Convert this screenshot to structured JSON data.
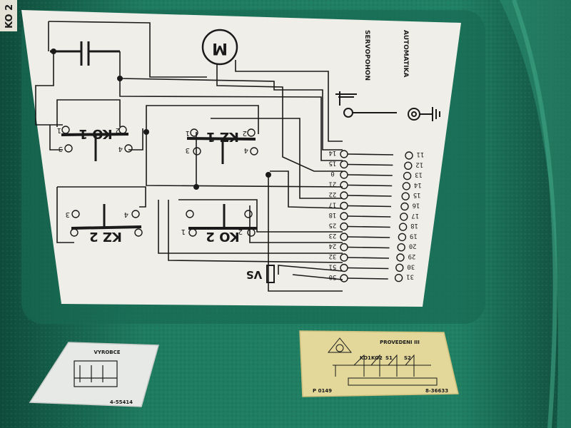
{
  "colors": {
    "housing": "#1f7a60",
    "housing_dark": "#0f4a39",
    "housing_light": "#3aa283",
    "card": "#efeee8",
    "plate_white": "#e6e9e6",
    "plate_yellow": "#e3d79a",
    "ink": "#1a1a1a"
  },
  "corner_label": "KO 2",
  "diagram": {
    "motor": "M",
    "switches": {
      "ko1": "KO 1",
      "kz1": "KZ 1",
      "kz2": "KZ 2",
      "ko2": "KO 2"
    },
    "terminal_1": "1",
    "terminal_2": "2",
    "terminal_3": "3",
    "terminal_4": "4",
    "side_labels": {
      "servopohon": "SERVOPOHON",
      "automatika": "AUTOMATIKA"
    },
    "resistor_label": "VS",
    "left_terminals": [
      "14",
      "15",
      "0",
      "21",
      "22",
      "17",
      "18",
      "25",
      "23",
      "24",
      "32",
      "51",
      "50"
    ],
    "right_terminals": [
      "11",
      "12",
      "13",
      "14",
      "15",
      "16",
      "17",
      "18",
      "19",
      "20",
      "29",
      "30",
      "31"
    ]
  },
  "plate_left": {
    "header": "VYROBCE",
    "footer": "4-55414"
  },
  "plate_right": {
    "header": "PROVEDENI III",
    "labels": [
      "KO1",
      "KO2",
      "S1",
      "S2"
    ],
    "footer_left": "P 0149",
    "footer_right": "8-36633"
  }
}
